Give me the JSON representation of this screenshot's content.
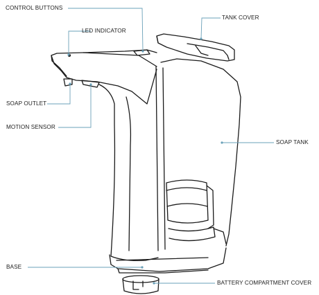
{
  "labels": {
    "control_buttons": "CONTROL BUTTONS",
    "tank_cover": "TANK COVER",
    "led_indicator": "LED INDICATOR",
    "soap_outlet": "SOAP OUTLET",
    "motion_sensor": "MOTION SENSOR",
    "soap_tank": "SOAP TANK",
    "base": "BASE",
    "battery_compartment_cover": "BATTERY COMPARTMENT COVER"
  },
  "colors": {
    "line": "#1a1a1a",
    "leader": "#6aa0b8",
    "text": "#222222"
  }
}
